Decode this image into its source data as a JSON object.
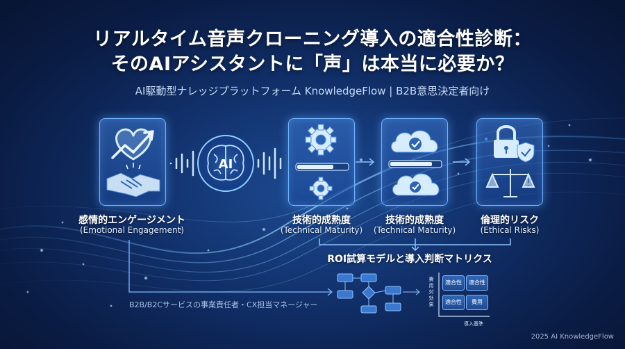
{
  "header": {
    "title_line1": "リアルタイム音声クローニング導入の適合性診断：",
    "title_line2": "そのAIアシスタントに「声」は本当に必要か？",
    "subtitle": "AI駆動型ナレッジプラットフォーム KnowledgeFlow | B2B意思決定者向け"
  },
  "nodes": [
    {
      "label_ja": "感情的エンゲージメント",
      "label_en": "(Emotional Engagement)",
      "icons": [
        "heart-icon",
        "trend-arrow-icon",
        "handshake-icon"
      ]
    },
    {
      "label_ja": "",
      "label_en": "",
      "icon_text": "AI",
      "icons": [
        "ai-brain-icon",
        "sound-wave-icon"
      ]
    },
    {
      "label_ja": "技術的成熟度",
      "label_en": "(Technical Maturity)",
      "icons": [
        "gear-icon",
        "progress-bar-icon"
      ]
    },
    {
      "label_ja": "技術的成熟度",
      "label_en": "(Technical Maturity)",
      "icons": [
        "cloud-check-icon",
        "progress-bar-icon"
      ]
    },
    {
      "label_ja": "倫理的リスク",
      "label_en": "(Ethical Risks)",
      "icons": [
        "lock-icon",
        "shield-check-icon",
        "scales-icon"
      ]
    }
  ],
  "roi": {
    "title": "ROI試算モデルと導入判断マトリクス",
    "matrix": {
      "y_label": "費用対効果",
      "x_label": "導入基準",
      "cells": [
        "適合性",
        "適合性",
        "適合性",
        "費用"
      ]
    }
  },
  "audience": "B2B/B2Cサービスの事業責任者・CX担当マネージャー",
  "footer": "2025 AI KnowledgeFlow",
  "colors": {
    "background": "#0a1c44",
    "accent": "#6fb3ff",
    "glow": "#8fd0ff"
  }
}
